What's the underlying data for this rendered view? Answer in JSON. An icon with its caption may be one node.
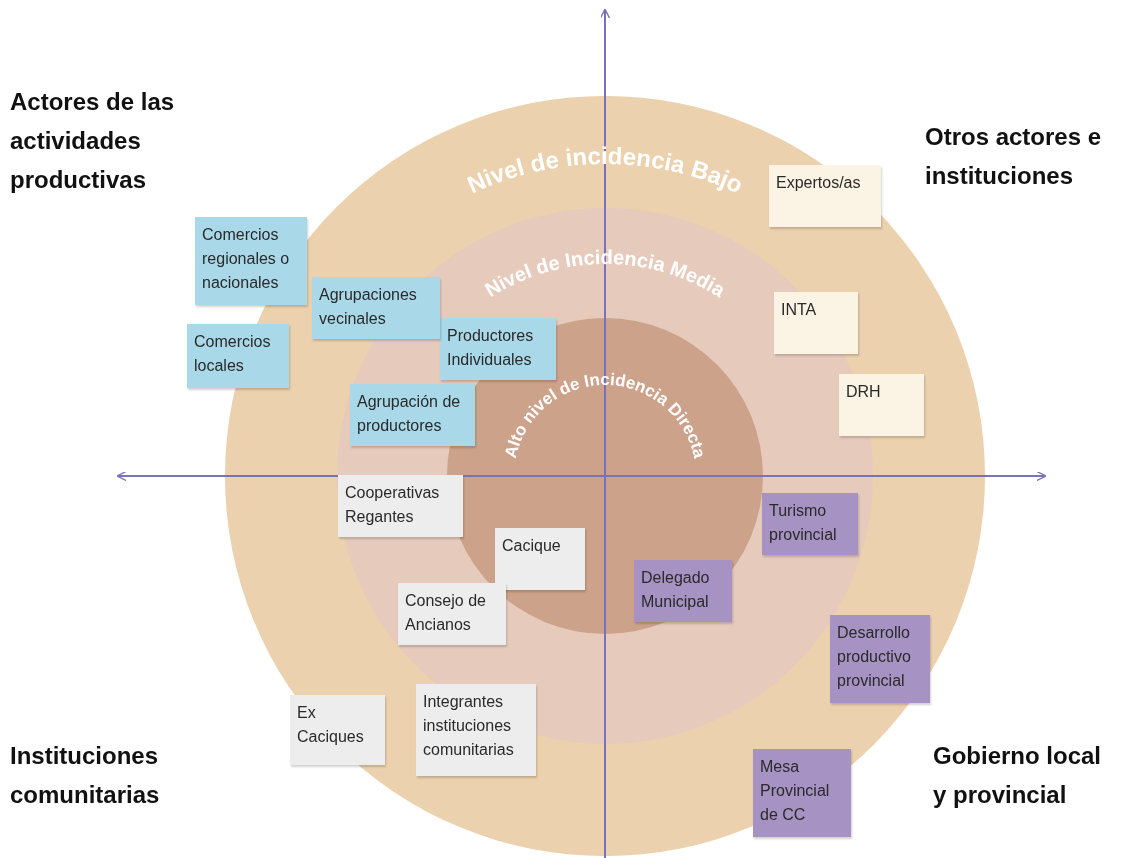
{
  "diagram": {
    "nodes": [
      {
        "text": [
          "Nivel de incidencia Bajo"
        ]
      },
      {
        "text": [
          "Nivel de Incidencia Media"
        ],
        "in": 0
      },
      {
        "text": [
          "Alto nivel de Incidencia Directa"
        ],
        "in": 1
      },
      {
        "text": [
          "Comercios regionales o nacionales"
        ]
      },
      {
        "text": [
          "Agrupaciones vecinales"
        ],
        "in": 0
      },
      {
        "text": [
          "Comercios locales"
        ]
      },
      {
        "text": [
          "Productores Individuales"
        ],
        "in": 2
      },
      {
        "text": [
          "Agrupación de productores"
        ],
        "in": 1
      },
      {
        "text": [
          "Expertos/as"
        ],
        "in": 0
      },
      {
        "text": [
          "INTA"
        ],
        "in": 1
      },
      {
        "text": [
          "DRH"
        ],
        "in": 0
      },
      {
        "text": [
          "Cooperativas Regantes"
        ],
        "in": 1
      },
      {
        "text": [
          "Turismo provincial"
        ],
        "in": 1
      },
      {
        "text": [
          "Cacique"
        ],
        "in": 2
      },
      {
        "text": [
          "Delegado Municipal"
        ],
        "in": 2
      },
      {
        "text": [
          "Consejo de Ancianos"
        ],
        "in": 1
      },
      {
        "text": [
          "Desarrollo productivo provincial"
        ],
        "in": 0
      },
      {
        "text": [
          "Ex Caciques"
        ],
        "in": 0
      },
      {
        "text": [
          "Integrantes instituciones comunitarias"
        ],
        "in": 0
      },
      {
        "text": [
          "Mesa Provincial de CC"
        ],
        "in": 0
      }
    ],
    "labels": [
      "Actores de las actividades productivas",
      "Otros actores e instituciones",
      "Instituciones comunitarias",
      "Gobierno local y provincial"
    ]
  }
}
